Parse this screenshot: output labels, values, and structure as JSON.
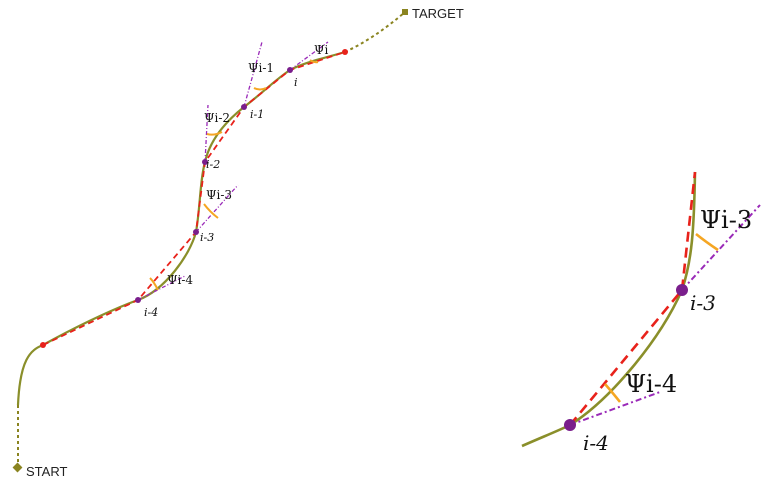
{
  "start_label": "START",
  "target_label": "TARGET",
  "angle_labels": [
    "Ψi",
    "Ψi-1",
    "Ψi-2",
    "Ψi-3",
    "Ψi-4"
  ],
  "node_labels": [
    "i",
    "i-1",
    "i-2",
    "i-3",
    "i-4"
  ],
  "zoom": {
    "angle_labels": [
      "Ψi-3",
      "Ψi-4"
    ],
    "node_labels": [
      "i-3",
      "i-4"
    ]
  },
  "colors": {
    "path": "#8a8f2a",
    "dashed_segment": "#e8221b",
    "tangent": "#9a2ab8",
    "angle_arc": "#f5a623",
    "node": "#7a1e8c",
    "endpoint": "#e8221b",
    "start_target_marker": "#8a8420"
  }
}
